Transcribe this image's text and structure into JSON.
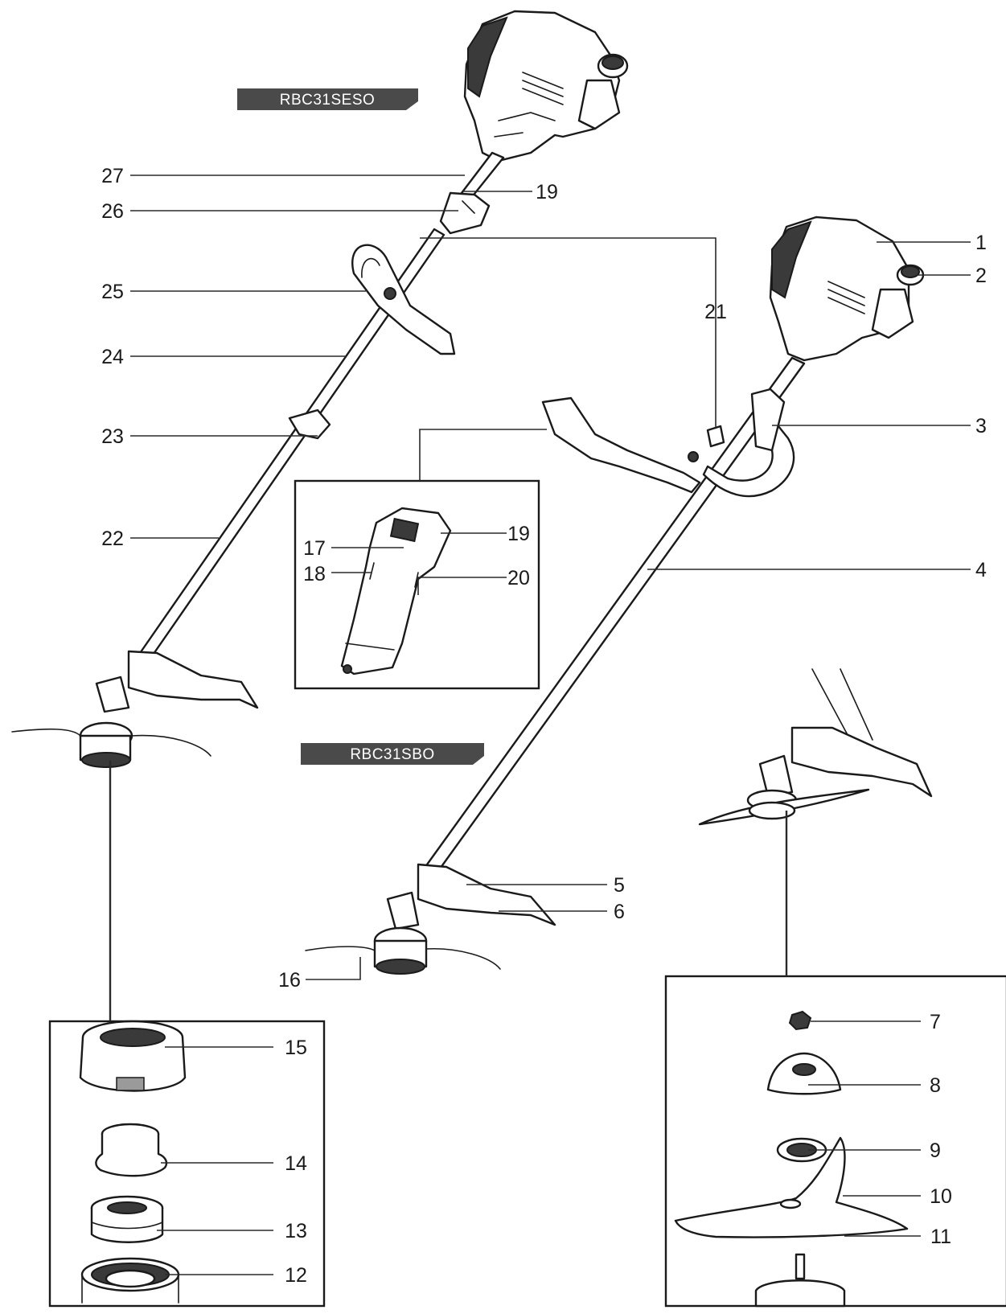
{
  "models": {
    "top_left": "RBC31SESO",
    "middle": "RBC31SBO"
  },
  "parts": [
    "1",
    "2",
    "3",
    "4",
    "5",
    "6",
    "7",
    "8",
    "9",
    "10",
    "11",
    "12",
    "13",
    "14",
    "15",
    "16",
    "17",
    "18",
    "19",
    "19",
    "20",
    "21",
    "22",
    "23",
    "24",
    "25",
    "26",
    "27"
  ],
  "colors": {
    "line": "#1a1a1a",
    "label_bg": "#4a4a4a",
    "label_text": "#ffffff"
  }
}
